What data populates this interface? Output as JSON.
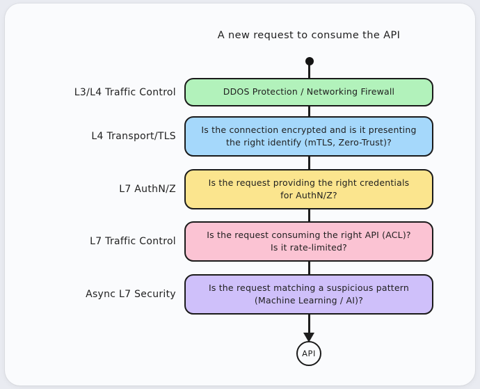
{
  "title": "A new request to consume the API",
  "rows": [
    {
      "label": "L3/L4 Traffic Control",
      "text": "DDOS Protection / Networking Firewall",
      "color": "#b2f2bb"
    },
    {
      "label": "L4 Transport/TLS",
      "text": "Is the connection encrypted and is it presenting\nthe right identify (mTLS, Zero-Trust)?",
      "color": "#a5d8fb"
    },
    {
      "label": "L7 AuthN/Z",
      "text": "Is the request providing the right credentials\nfor AuthN/Z?",
      "color": "#fbe58e"
    },
    {
      "label": "L7 Traffic Control",
      "text": "Is the request consuming the right API (ACL)?\nIs it rate-limited?",
      "color": "#fbc3d3"
    },
    {
      "label": "Async L7 Security",
      "text": "Is the request matching a suspicious pattern\n(Machine Learning / AI)?",
      "color": "#cfc0fa"
    }
  ],
  "terminal": {
    "label": "API"
  },
  "colors": {
    "stroke": "#1e1e1e",
    "card_bg": "#fafbfd",
    "outer_bg": "#e9ebf1"
  }
}
